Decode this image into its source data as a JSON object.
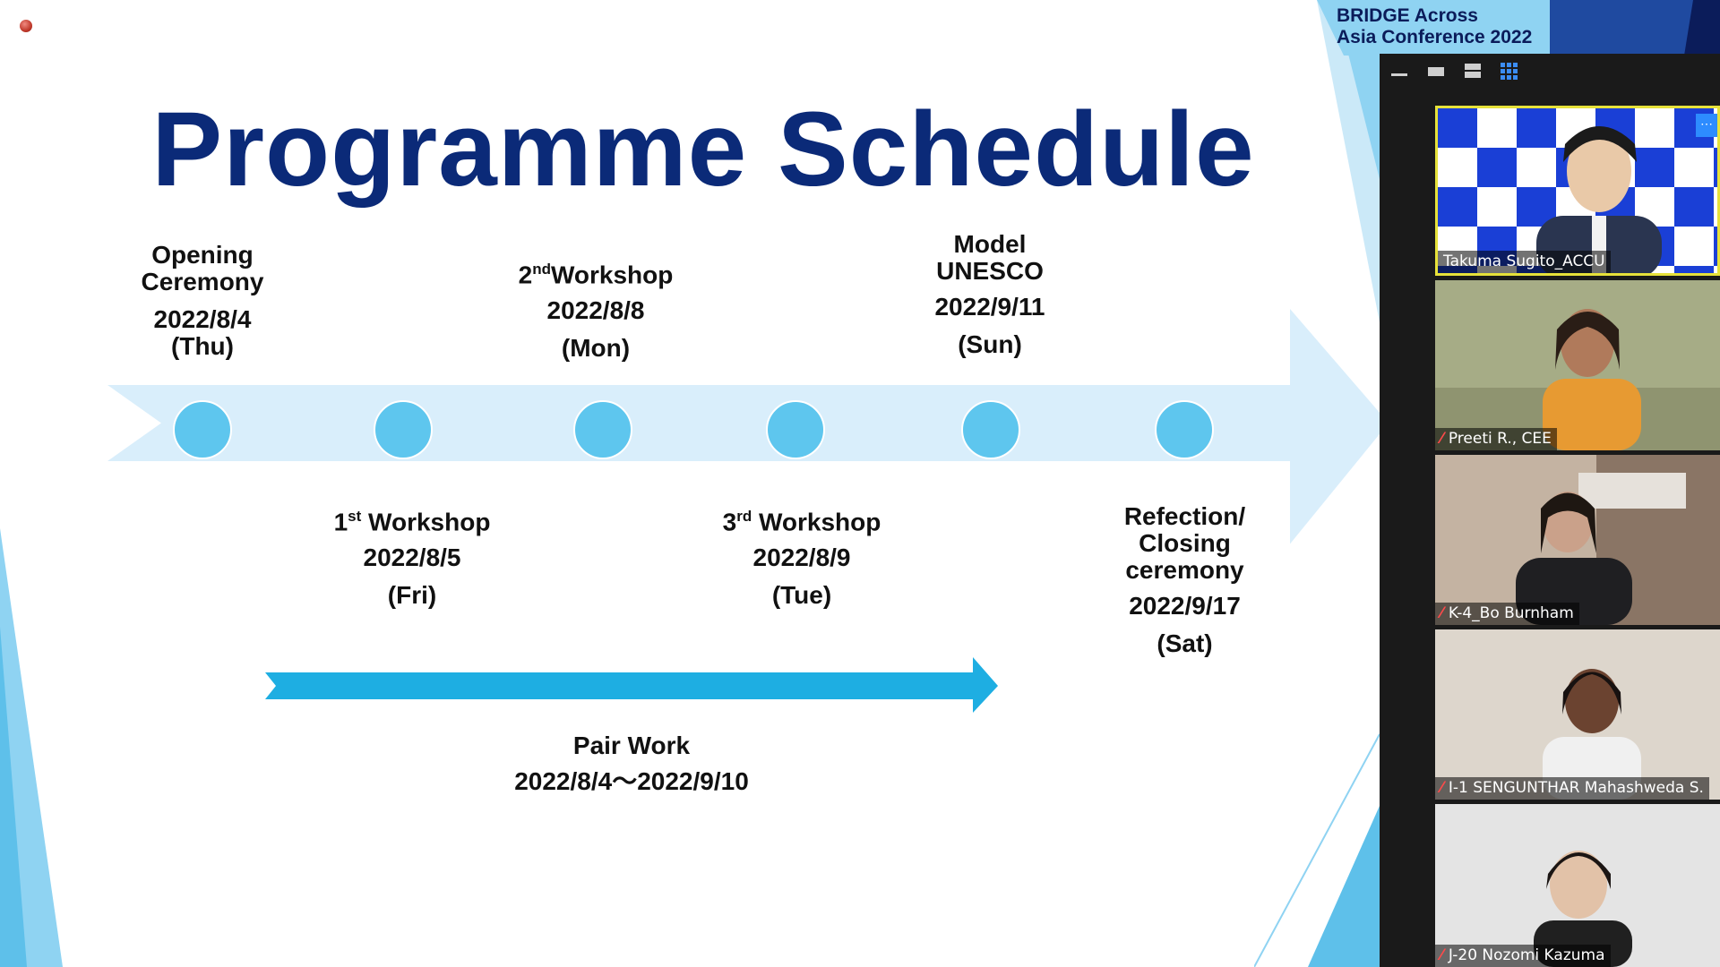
{
  "slide": {
    "title": "Programme Schedule",
    "events_top": [
      {
        "title": "Opening\nCeremony",
        "date": "2022/8/4",
        "weekday": "(Thu)"
      },
      {
        "title_ord": "2",
        "title_sup": "nd",
        "title_rest": "Workshop",
        "date": "2022/8/8",
        "weekday": "(Mon)"
      },
      {
        "title": "Model\nUNESCO",
        "date": "2022/9/11",
        "weekday": "(Sun)"
      }
    ],
    "events_bottom": [
      {
        "title_ord": "1",
        "title_sup": "st",
        "title_rest": " Workshop",
        "date": "2022/8/5",
        "weekday": "(Fri)"
      },
      {
        "title_ord": "3",
        "title_sup": "rd",
        "title_rest": " Workshop",
        "date": "2022/8/9",
        "weekday": "(Tue)"
      },
      {
        "title": "Refection/\nClosing\nceremony",
        "date": "2022/9/17",
        "weekday": "(Sat)"
      }
    ],
    "pair_work": {
      "label": "Pair Work",
      "dates": "2022/8/4〜2022/9/10"
    }
  },
  "conference": {
    "title_line1": "BRIDGE Across",
    "title_line2": "Asia Conference 2022"
  },
  "toolbar": {
    "icons": [
      "minimize-icon",
      "speaker-view-icon",
      "strip-view-icon",
      "gallery-view-icon"
    ]
  },
  "participants": [
    {
      "name": "Takuma Sugito_ACCU",
      "muted": false,
      "active": true
    },
    {
      "name": "Preeti R., CEE",
      "muted": true,
      "active": false
    },
    {
      "name": "K-4_Bo Burnham",
      "muted": true,
      "active": false
    },
    {
      "name": "I-1 SENGUNTHAR Mahashweda S.",
      "muted": true,
      "active": false
    },
    {
      "name": "J-20 Nozomi Kazuma",
      "muted": true,
      "active": false
    }
  ],
  "colors": {
    "title": "#0b2a78",
    "timeline": "#d9eefb",
    "dot": "#5ec6ee",
    "pair_arrow": "#1eaee2",
    "active_border": "#e6e13a"
  }
}
